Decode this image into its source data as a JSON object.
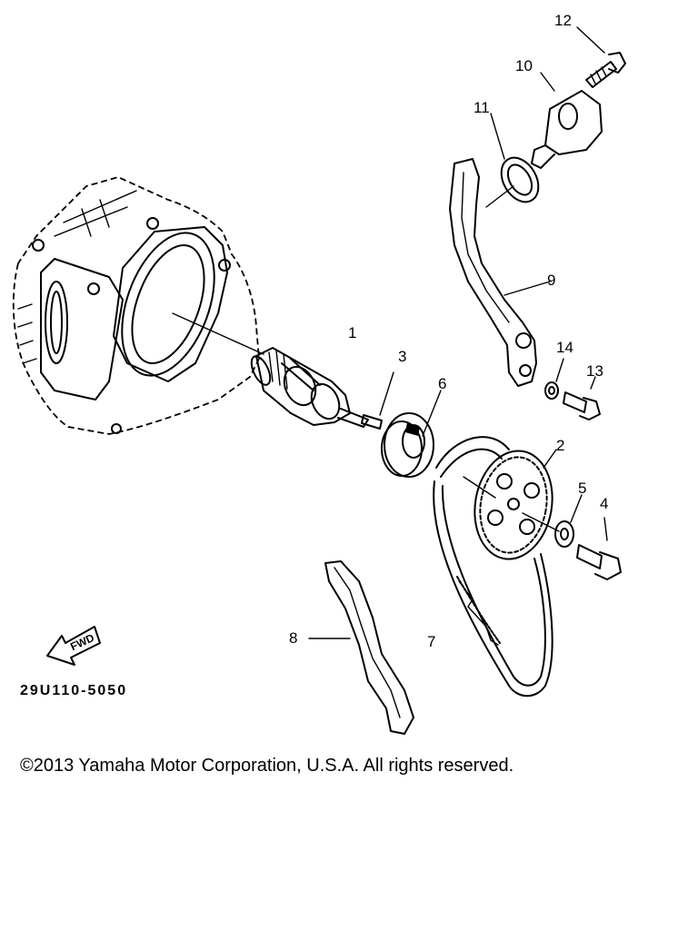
{
  "diagram": {
    "parts": [
      {
        "id": "part-1",
        "label": "1"
      },
      {
        "id": "part-2",
        "label": "2"
      },
      {
        "id": "part-3",
        "label": "3"
      },
      {
        "id": "part-4",
        "label": "4"
      },
      {
        "id": "part-5",
        "label": "5"
      },
      {
        "id": "part-6",
        "label": "6"
      },
      {
        "id": "part-7",
        "label": "7"
      },
      {
        "id": "part-8",
        "label": "8"
      },
      {
        "id": "part-9",
        "label": "9"
      },
      {
        "id": "part-10",
        "label": "10"
      },
      {
        "id": "part-11",
        "label": "11"
      },
      {
        "id": "part-12",
        "label": "12"
      },
      {
        "id": "part-13",
        "label": "13"
      },
      {
        "id": "part-14",
        "label": "14"
      }
    ],
    "fwd_label": "FWD",
    "diagram_code": "29U110-5050"
  },
  "footer": {
    "copyright": "©2013 Yamaha Motor Corporation, U.S.A. All rights reserved."
  }
}
